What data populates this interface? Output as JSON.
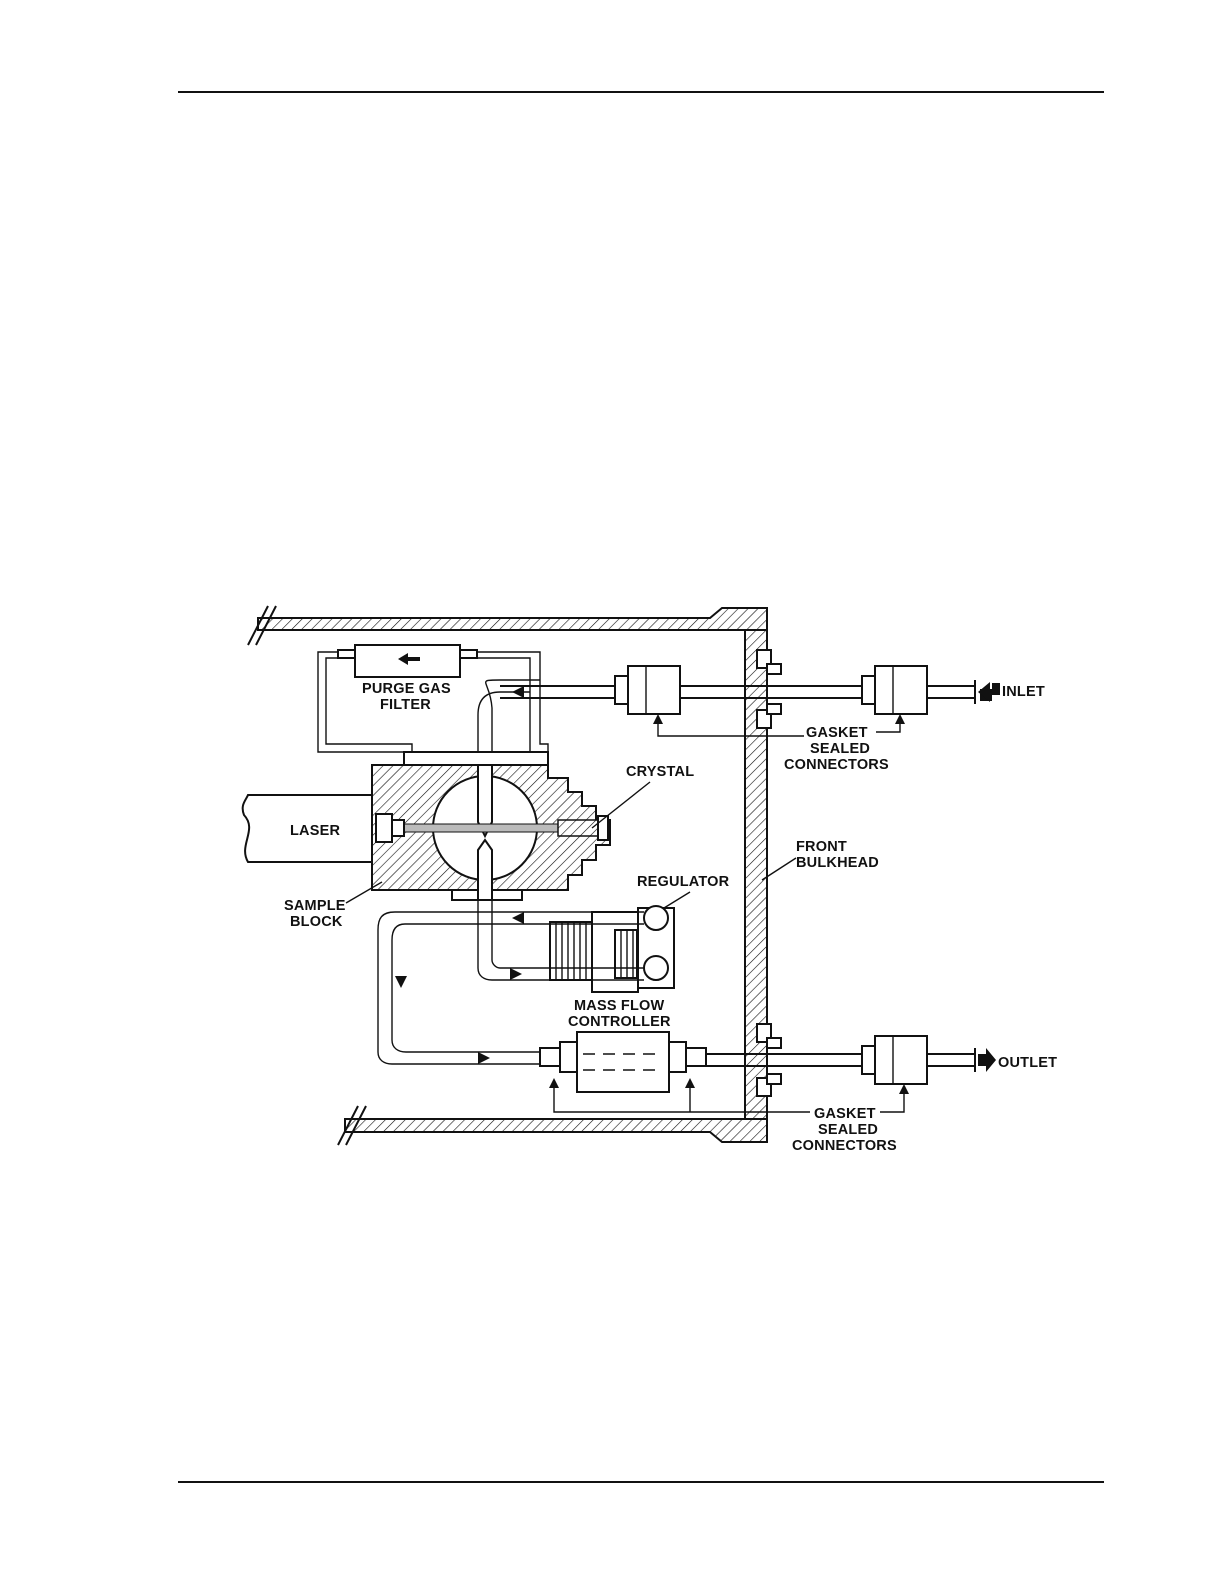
{
  "labels": {
    "purge_gas_filter": [
      "PURGE GAS",
      "FILTER"
    ],
    "inlet": "INLET",
    "outlet": "OUTLET",
    "gasket_top": [
      "GASKET",
      "SEALED",
      "CONNECTORS"
    ],
    "gasket_bottom": [
      "GASKET",
      "SEALED",
      "CONNECTORS"
    ],
    "crystal": "CRYSTAL",
    "laser": "LASER",
    "front_bulkhead": [
      "FRONT",
      "BULKHEAD"
    ],
    "sample_block": [
      "SAMPLE",
      "BLOCK"
    ],
    "regulator": "REGULATOR",
    "mass_flow_controller": [
      "MASS FLOW",
      "CONTROLLER"
    ]
  }
}
